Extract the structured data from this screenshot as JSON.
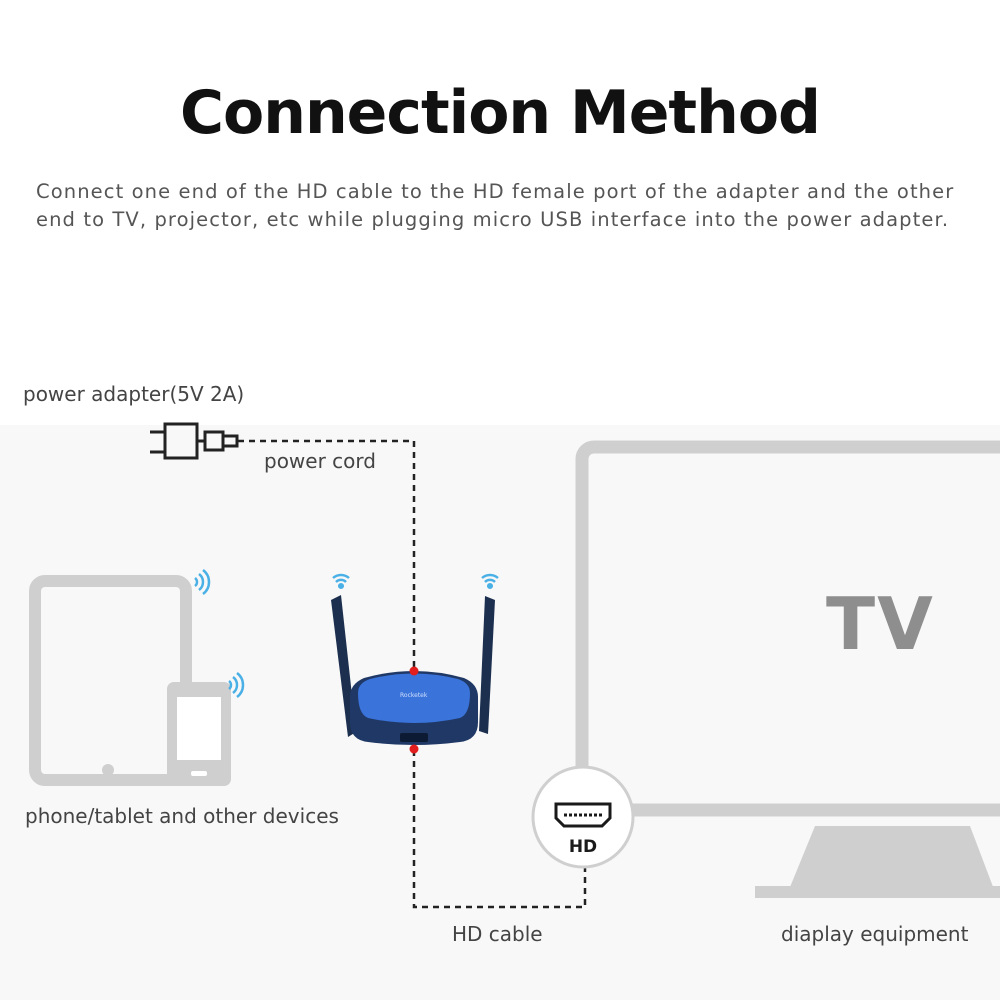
{
  "title": "Connection Method",
  "description_lines": [
    "Connect one end of the HD cable to the HD female port of the adapter and the other",
    "end to TV, projector, etc while plugging micro USB interface into the power adapter."
  ],
  "labels": {
    "power_adapter": "power adapter(5V 2A)",
    "power_cord": "power cord",
    "devices": "phone/tablet and other devices",
    "hd_cable": "HD cable",
    "display": "diaplay equipment",
    "tv": "TV",
    "hd_port": "HD",
    "device_brand": "Rocketek"
  },
  "colors": {
    "gray_device": "#cfcfcf",
    "wifi_blue": "#4ab0e6",
    "adapter_blue": "#3a73d9",
    "adapter_dark": "#1f3866",
    "antenna": "#1c2f4f",
    "connector_red": "#e21e1e"
  },
  "icons": [
    "plug-icon",
    "micro-usb-icon",
    "wifi-icon",
    "hdmi-port-icon"
  ]
}
